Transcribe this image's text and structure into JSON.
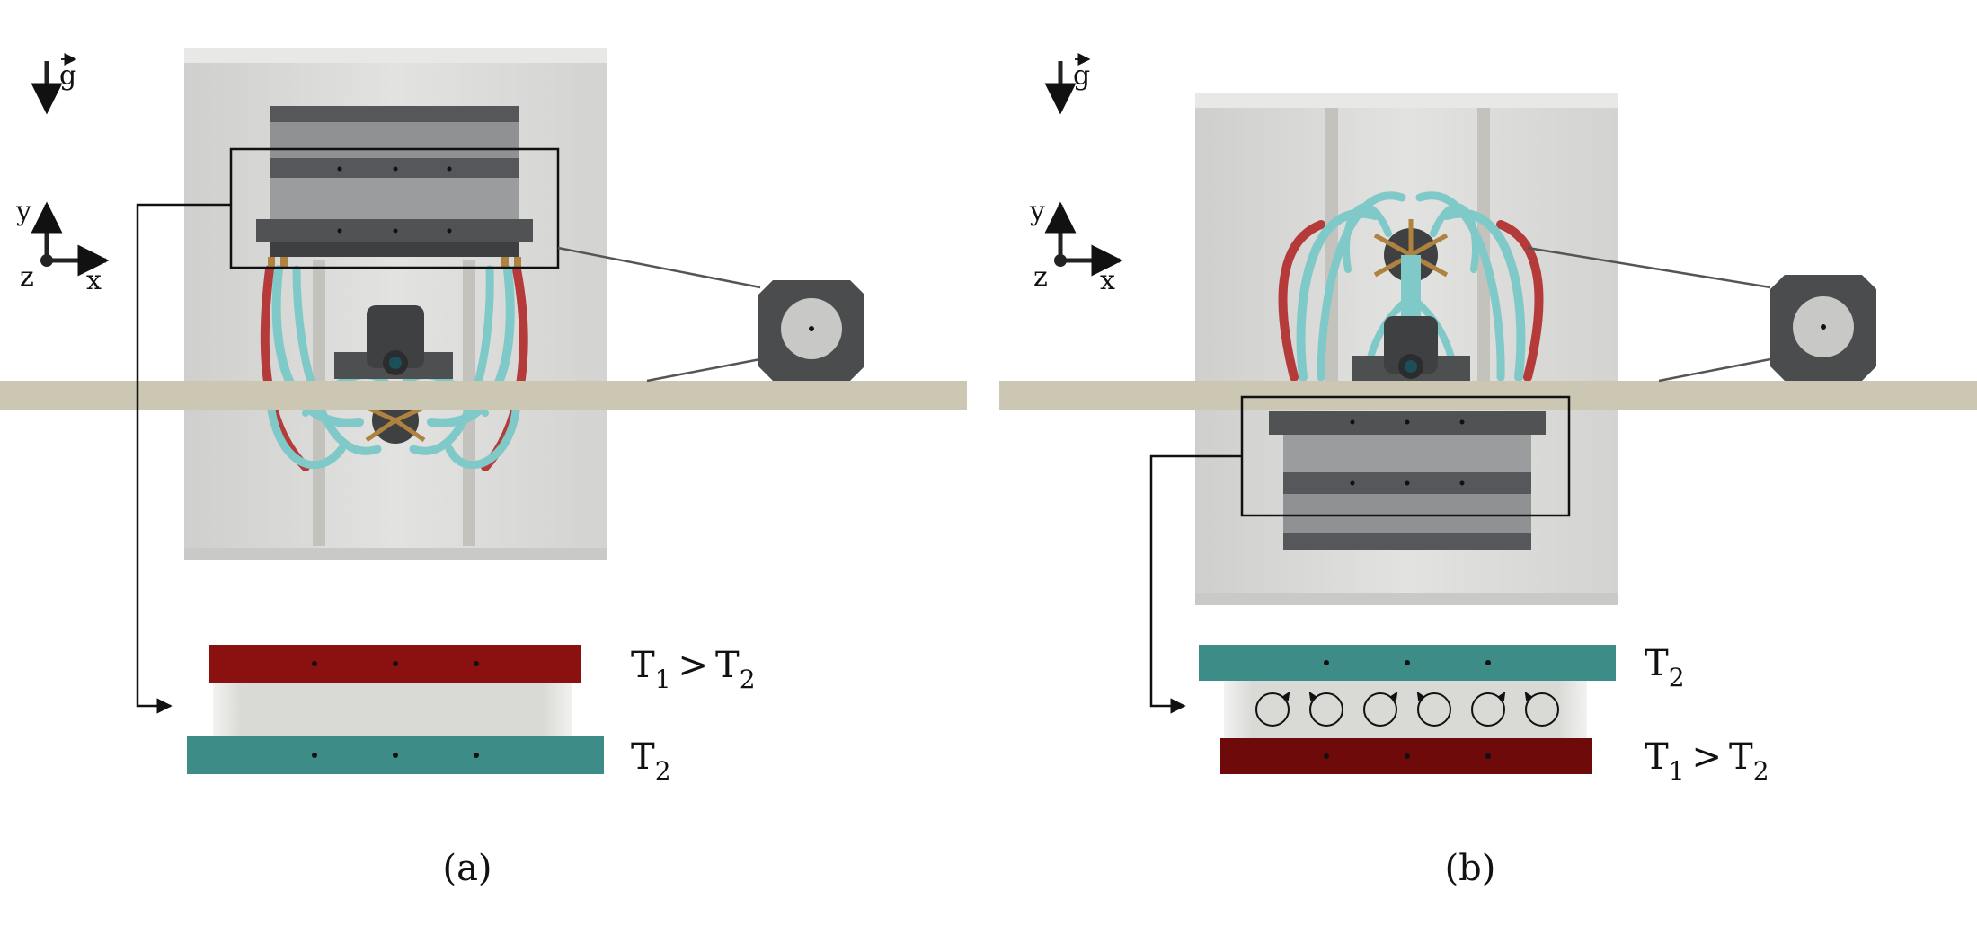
{
  "panels": [
    {
      "id": "a",
      "caption": "(a)",
      "gravity_label": "g",
      "axis_labels": {
        "y": "y",
        "x": "x",
        "z": "z"
      },
      "hot_label": "T",
      "hot_sub": "1",
      "compare": ">",
      "cold_label": "T",
      "cold_sub": "2",
      "cold_label_main": "T",
      "cold_label_sub": "2"
    },
    {
      "id": "b",
      "caption": "(b)",
      "gravity_label": "g",
      "axis_labels": {
        "y": "y",
        "x": "x",
        "z": "z"
      },
      "hot_label": "T",
      "hot_sub": "1",
      "compare": ">",
      "cold_label": "T",
      "cold_sub": "2",
      "cold_label_main": "T",
      "cold_label_sub": "2"
    }
  ],
  "colors": {
    "hot_plate": "#8b1010",
    "cold_plate": "#3d8c88",
    "tube_cyan": "#7fc9c9",
    "tube_red": "#b53a3a",
    "housing": "#dcdcda",
    "ground_bar": "#cbc7b3",
    "dark_metal": "#55575a"
  }
}
